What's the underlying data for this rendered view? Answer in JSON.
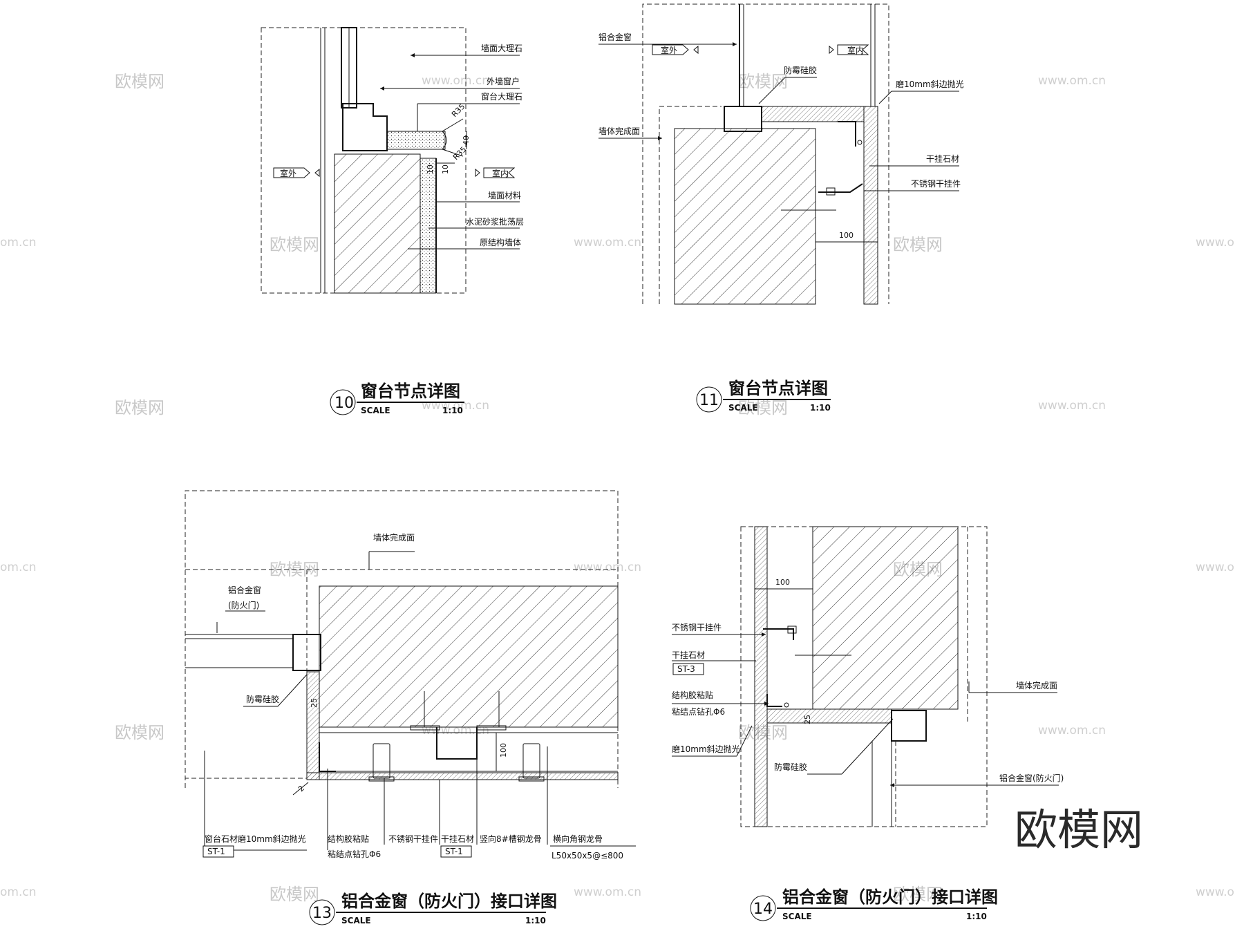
{
  "watermark": {
    "brand": "欧模网",
    "url": "www.om.cn",
    "url_short": "om.cn",
    "url_partial": "www.o"
  },
  "details": [
    {
      "id": "10",
      "title": "窗台节点详图",
      "scale_label": "SCALE",
      "scale": "1:10",
      "indoor": "室内",
      "outdoor": "室外",
      "callouts": [
        "墙面大理石",
        "外墙窗户",
        "窗台大理石",
        "墙面材料",
        "水泥砂浆批荡层",
        "原结构墙体"
      ],
      "dims": [
        "R35",
        "40",
        "R35",
        "10",
        "10"
      ]
    },
    {
      "id": "11",
      "title": "窗台节点详图",
      "scale_label": "SCALE",
      "scale": "1:10",
      "indoor": "室内",
      "outdoor": "室外",
      "callouts": [
        "铝合金窗",
        "防霉硅胶",
        "磨10mm斜边抛光",
        "墙体完成面",
        "干挂石材",
        "不锈钢干挂件"
      ],
      "dims": [
        "100"
      ]
    },
    {
      "id": "13",
      "title": "铝合金窗（防火门）接口详图",
      "scale_label": "SCALE",
      "scale": "1:10",
      "callouts": [
        "墙体完成面",
        "铝合金窗",
        "(防火门)",
        "防霉硅胶",
        "窗台石材",
        "磨10mm斜边抛光",
        "结构胶粘贴",
        "粘结点钻孔Φ6",
        "不锈钢干挂件",
        "干挂石材",
        "竖向8#槽钢龙骨",
        "横向角钢龙骨",
        "L50x50x5@≤800"
      ],
      "tags": [
        "ST-1",
        "ST-1"
      ],
      "dims": [
        "25",
        "100",
        "2"
      ]
    },
    {
      "id": "14",
      "title": "铝合金窗（防火门）接口详图",
      "scale_label": "SCALE",
      "scale": "1:10",
      "callouts": [
        "不锈钢干挂件",
        "干挂石材",
        "结构胶粘贴",
        "粘结点钻孔Φ6",
        "磨10mm斜边抛光",
        "防霉硅胶",
        "墙体完成面",
        "铝合金窗(防火门)"
      ],
      "tags": [
        "ST-3"
      ],
      "dims": [
        "100",
        "25"
      ]
    }
  ]
}
